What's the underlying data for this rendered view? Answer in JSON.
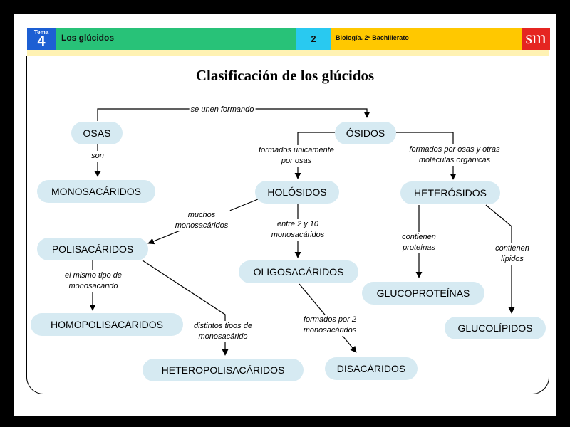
{
  "header": {
    "tema_label": "Tema",
    "tema_number": "4",
    "unit_title": "Los glúcidos",
    "page_number": "2",
    "course": "Biología. 2º Bachillerato",
    "publisher_logo": "sm"
  },
  "title": "Clasificación de los glúcidos",
  "nodes": {
    "osas": "OSAS",
    "osidos": "ÓSIDOS",
    "monosacaridos": "MONOSACÁRIDOS",
    "holosidos": "HOLÓSIDOS",
    "heterosidos": "HETERÓSIDOS",
    "polisacaridos": "POLISACÁRIDOS",
    "oligosacaridos": "OLIGOSACÁRIDOS",
    "glucoproteinas": "GLUCOPROTEÍNAS",
    "homopolisacaridos": "HOMOPOLISACÁRIDOS",
    "glucolipidos": "GLUCOLÍPIDOS",
    "heteropolisacaridos": "HETEROPOLISACÁRIDOS",
    "disacaridos": "DISACÁRIDOS"
  },
  "labels": {
    "se_unen": "se unen formando",
    "son": "son",
    "formados_unicamente": [
      "formados únicamente",
      "por osas"
    ],
    "formados_por_osas_y_otras": [
      "formados por osas y otras",
      "moléculas orgánicas"
    ],
    "muchos": [
      "muchos",
      "monosacáridos"
    ],
    "entre_2_y_10": [
      "entre 2 y 10",
      "monosacáridos"
    ],
    "contienen_proteinas": [
      "contienen",
      "proteínas"
    ],
    "contienen_lipidos": [
      "contienen",
      "lípidos"
    ],
    "mismo_tipo": [
      "el mismo tipo de",
      "monosacárido"
    ],
    "distintos_tipos": [
      "distintos tipos de",
      "monosacárido"
    ],
    "formados_por_2": [
      "formados por 2",
      "monosacáridos"
    ]
  },
  "colors": {
    "background": "#000000",
    "node_fill": "#d6eaf2",
    "tema_blue": "#1d5fd3",
    "header_green": "#28c278",
    "header_cyan": "#29c9f0",
    "header_yellow": "#ffc800",
    "logo_red": "#e52521"
  }
}
